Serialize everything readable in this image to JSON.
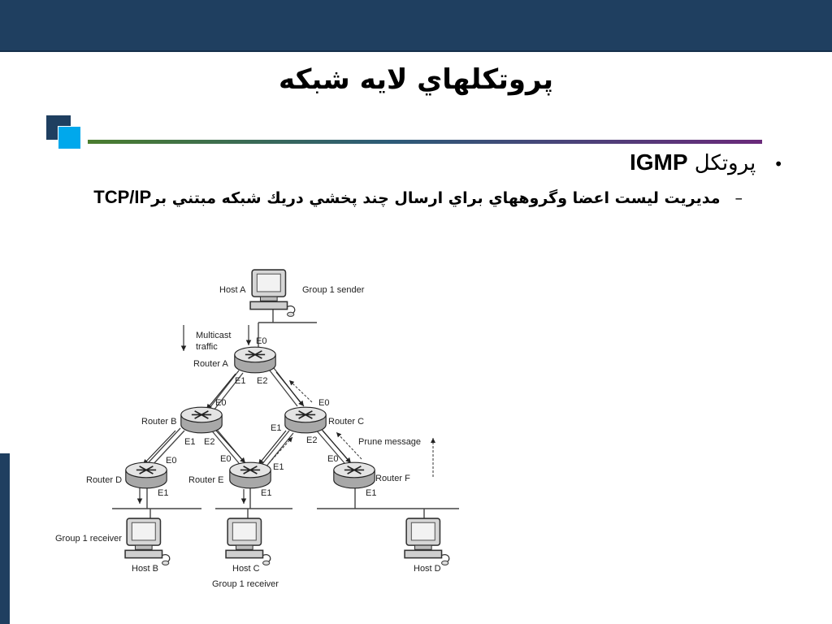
{
  "slide": {
    "title": "پروتكلهاي لايه شبكه",
    "bullet_1": {
      "marker": "•",
      "text_fa": "پروتكل",
      "text_en": "IGMP"
    },
    "bullet_2": {
      "marker": "–",
      "text_fa": "مديريت ليست اعضا وگروههاي براي ارسال چند پخشي دريك شبكه مبتني بر",
      "text_en": "TCP/IP"
    }
  },
  "diagram": {
    "hosts": {
      "a": "Host A",
      "b": "Host B",
      "c": "Host C",
      "d": "Host D"
    },
    "host_notes": {
      "a": "Group 1 sender",
      "b": "Group 1 receiver",
      "c": "Group 1 receiver"
    },
    "routers": {
      "a": "Router A",
      "b": "Router B",
      "c": "Router C",
      "d": "Router D",
      "e": "Router E",
      "f": "Router F"
    },
    "interfaces": {
      "e0": "E0",
      "e1": "E1",
      "e2": "E2"
    },
    "multicast_line1": "Multicast",
    "multicast_line2": "traffic",
    "prune": "Prune message"
  }
}
